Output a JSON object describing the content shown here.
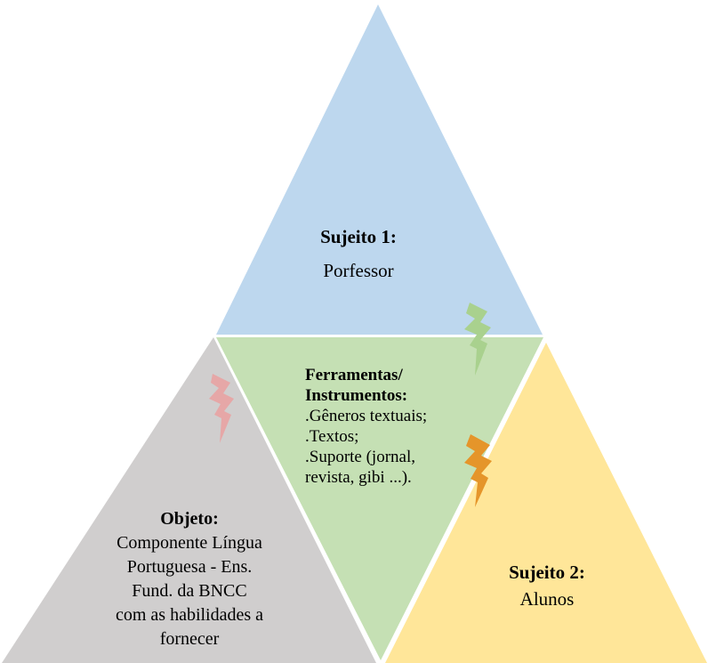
{
  "colors": {
    "top_triangle": "#bdd7ee",
    "center_triangle": "#c5e0b4",
    "left_triangle": "#d0cece",
    "right_triangle": "#ffe699",
    "bolt_green": "#a9d18e",
    "bolt_orange": "#e5952a",
    "bolt_pink": "#e6a7a7"
  },
  "icons": {
    "bolt_top": "lightning-bolt-icon",
    "bolt_left": "lightning-bolt-icon",
    "bolt_right": "lightning-bolt-icon"
  },
  "sujeito1": {
    "title": "Sujeito 1:",
    "text": "Porfessor"
  },
  "ferramentas": {
    "title_line1": "Ferramentas/",
    "title_line2": "Instrumentos:",
    "items": [
      ".Gêneros textuais;",
      ".Textos;",
      ".Suporte (jornal,",
      "revista, gibi ...)."
    ]
  },
  "objeto": {
    "title": "Objeto:",
    "lines": [
      "Componente Língua",
      "Portuguesa - Ens.",
      "Fund. da BNCC",
      "com as habilidades a",
      "fornecer"
    ]
  },
  "sujeito2": {
    "title": "Sujeito 2:",
    "text": "Alunos"
  }
}
